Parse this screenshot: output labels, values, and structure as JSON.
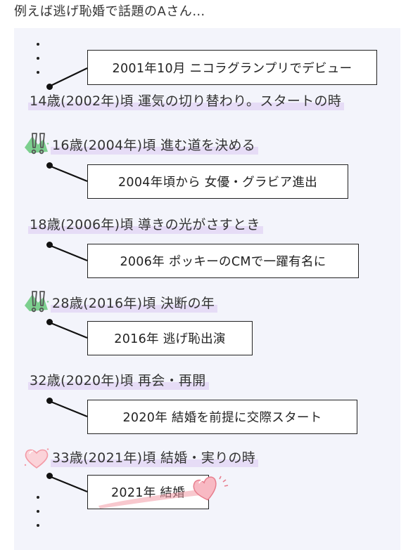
{
  "page_title": "例えば逃げ恥婚で話題のAさん…",
  "timeline": [
    {
      "age_label": "14歳(2002年)頃 運気の切り替わり。スタートの時",
      "event": "2001年10月 ニコラグランプリでデビュー",
      "icon": "none"
    },
    {
      "age_label": "16歳(2004年)頃 進む道を決める",
      "event": "2004年頃から 女優・グラビア進出",
      "icon": "double-exclamation-icon"
    },
    {
      "age_label": "18歳(2006年)頃 導きの光がさすとき",
      "event": "2006年 ポッキーのCMで一躍有名に",
      "icon": "none"
    },
    {
      "age_label": "28歳(2016年)頃 決断の年",
      "event": "2016年 逃げ恥出演",
      "icon": "double-exclamation-icon"
    },
    {
      "age_label": "32歳(2020年)頃 再会・再開",
      "event": "2020年 結婚を前提に交際スタート",
      "icon": "none"
    },
    {
      "age_label": "33歳(2021年)頃 結婚・実りの時",
      "event": "2021年 結婚",
      "icon": "heart-icon"
    }
  ],
  "colors": {
    "panel": "#f3f4fb",
    "highlight": "#e6dcf6",
    "accent_green": "#7ccf8e",
    "heart": "#f39aa6"
  }
}
